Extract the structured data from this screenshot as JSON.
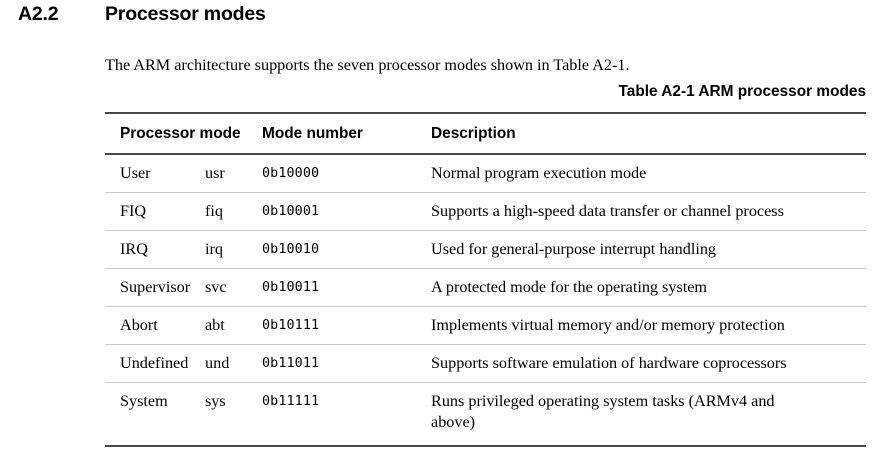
{
  "section": {
    "number": "A2.2",
    "title": "Processor modes"
  },
  "intro": {
    "text": "The ARM architecture supports the seven processor modes shown in Table A2-1."
  },
  "table": {
    "caption": "Table A2-1 ARM processor modes",
    "headers": {
      "mode": "Processor mode",
      "abbr": "",
      "number": "Mode number",
      "description": "Description"
    },
    "rows": [
      {
        "mode": "User",
        "abbr": "usr",
        "number": "0b10000",
        "description": "Normal program execution mode"
      },
      {
        "mode": "FIQ",
        "abbr": "fiq",
        "number": "0b10001",
        "description": "Supports a high-speed data transfer or channel process"
      },
      {
        "mode": "IRQ",
        "abbr": "irq",
        "number": "0b10010",
        "description": "Used for general-purpose interrupt handling"
      },
      {
        "mode": "Supervisor",
        "abbr": "svc",
        "number": "0b10011",
        "description": "A protected mode for the operating system"
      },
      {
        "mode": "Abort",
        "abbr": "abt",
        "number": "0b10111",
        "description": "Implements virtual memory and/or memory protection"
      },
      {
        "mode": "Undefined",
        "abbr": "und",
        "number": "0b11011",
        "description": "Supports software emulation of hardware coprocessors"
      },
      {
        "mode": "System",
        "abbr": "sys",
        "number": "0b11111",
        "description": "Runs privileged operating system tasks (ARMv4 and above)"
      }
    ]
  },
  "colors": {
    "page_background": "#ffffff",
    "text": "#000000",
    "rule_heavy": "#4a4a4a",
    "rule_light": "#c8c8c8"
  }
}
